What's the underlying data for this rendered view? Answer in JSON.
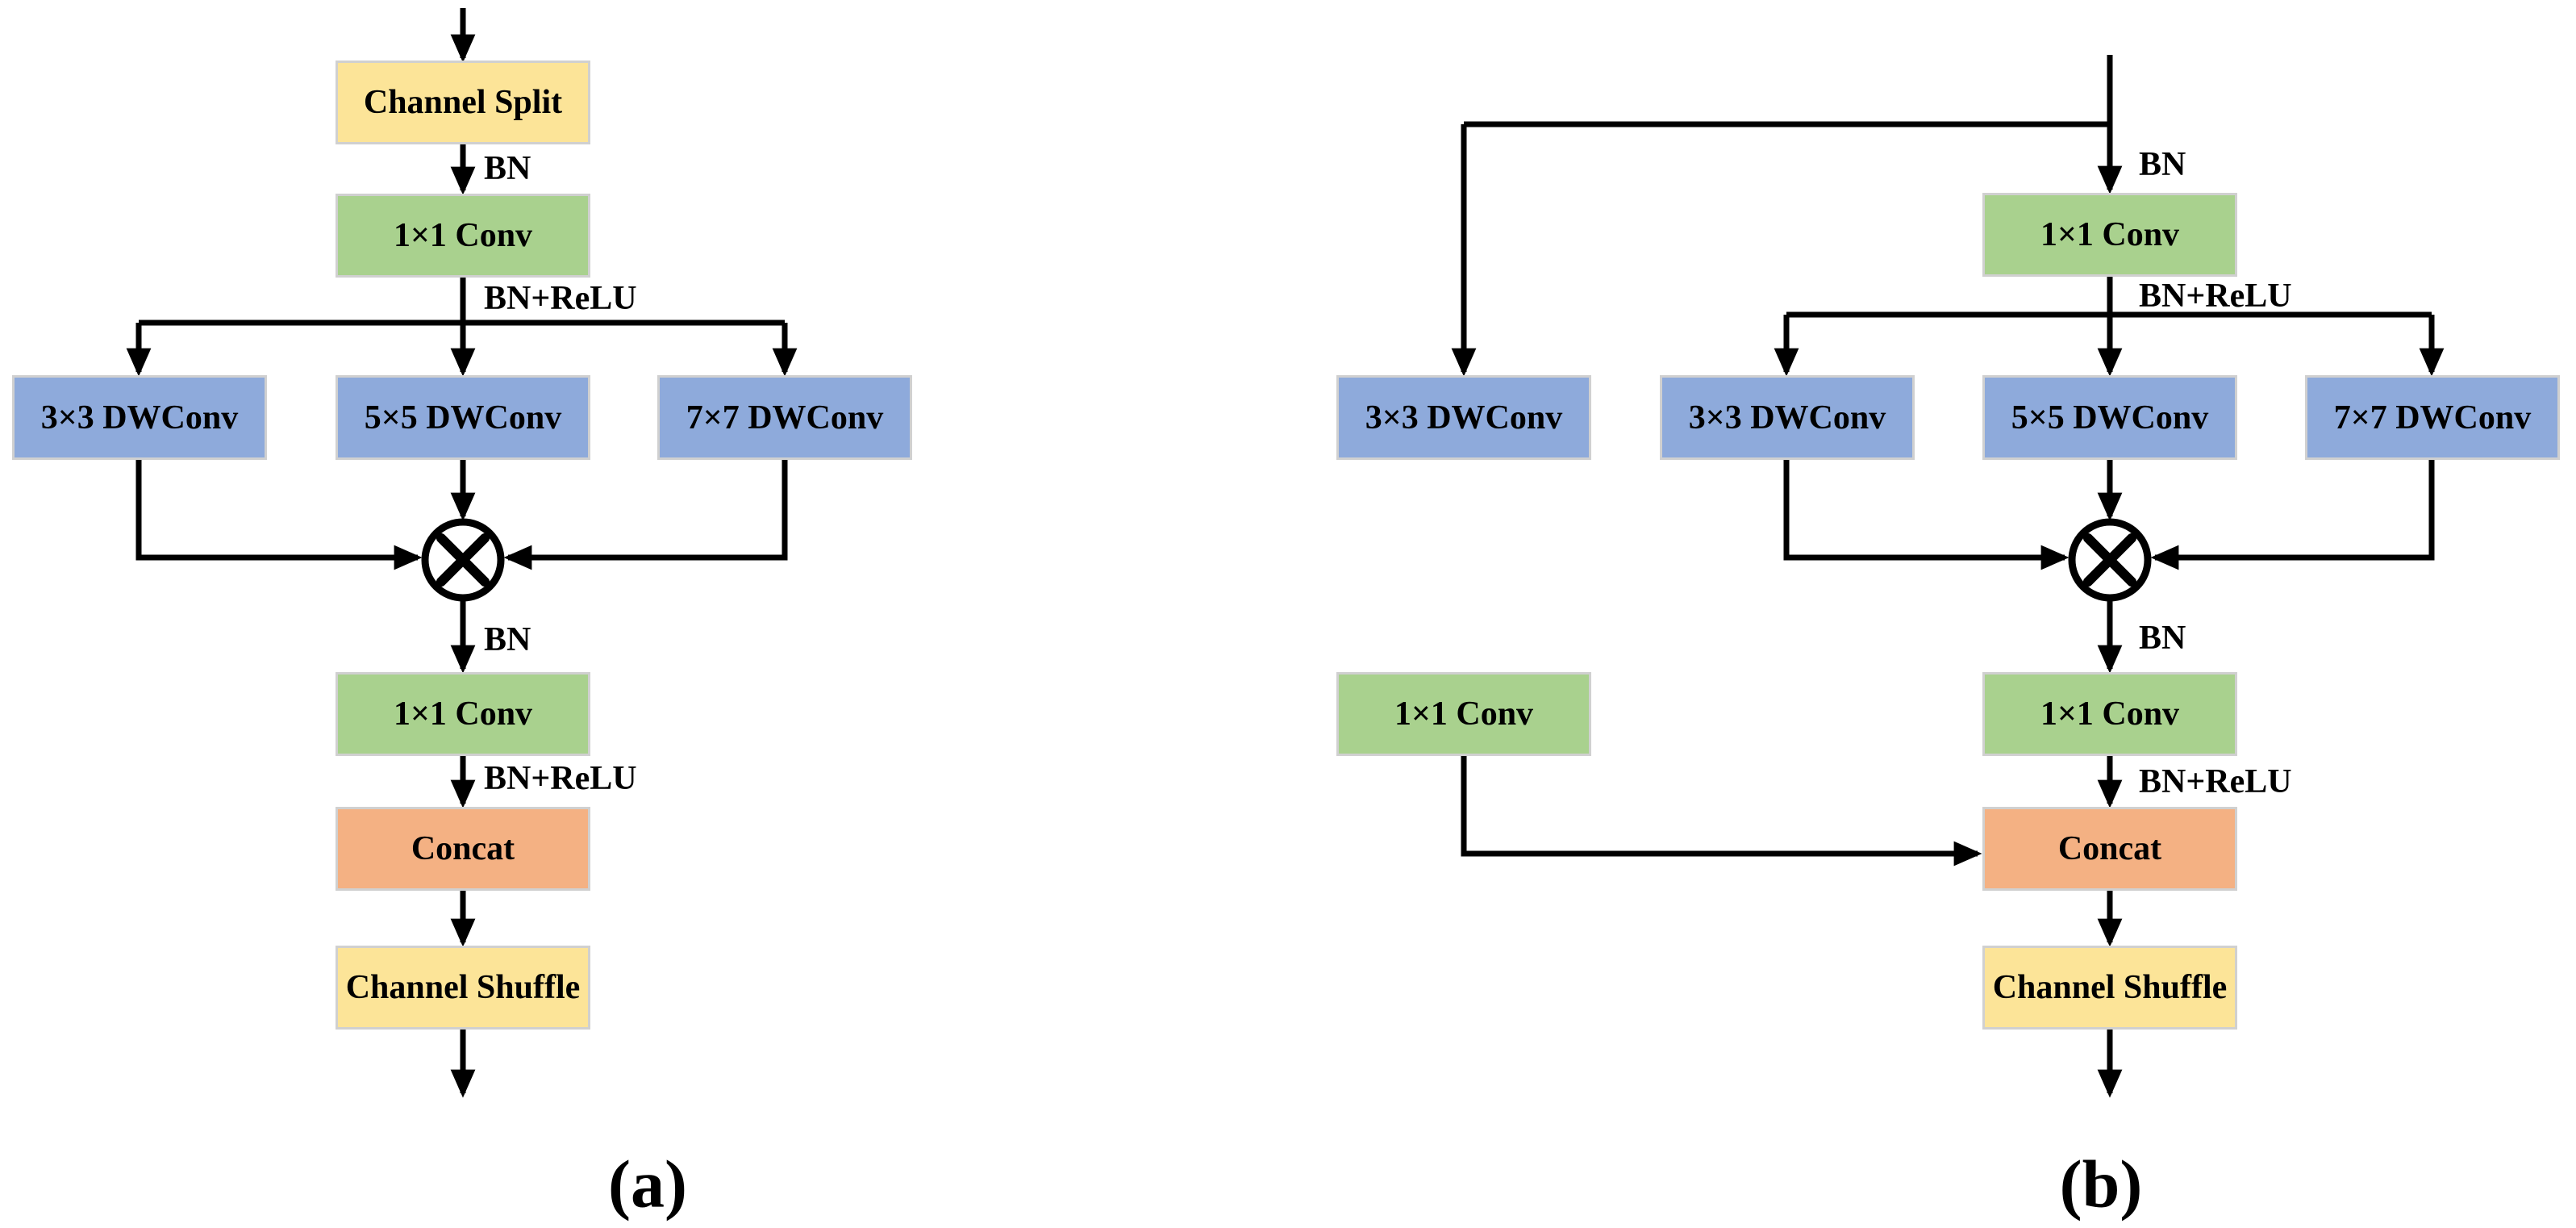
{
  "figure_type": "neural-network-block-diagram",
  "palette": {
    "yellow": "#FCE498",
    "green": "#A9D18E",
    "blue": "#8EAADB",
    "orange": "#F4B183",
    "box_border": "#D0D0D0",
    "line": "#000000"
  },
  "panel_a": {
    "caption": "(a)",
    "nodes": {
      "channel_split": {
        "label": "Channel Split",
        "color": "yellow"
      },
      "conv1": {
        "label": "1×1 Conv",
        "color": "green"
      },
      "dw3": {
        "label": "3×3 DWConv",
        "color": "blue"
      },
      "dw5": {
        "label": "5×5 DWConv",
        "color": "blue"
      },
      "dw7": {
        "label": "7×7 DWConv",
        "color": "blue"
      },
      "conv2": {
        "label": "1×1 Conv",
        "color": "green"
      },
      "concat": {
        "label": "Concat",
        "color": "orange"
      },
      "channel_shuffle": {
        "label": "Channel Shuffle",
        "color": "yellow"
      }
    },
    "edge_labels": {
      "bn1": "BN",
      "bnrelu1": "BN+ReLU",
      "bn2": "BN",
      "bnrelu2": "BN+ReLU"
    },
    "operator": "⊗"
  },
  "panel_b": {
    "caption": "(b)",
    "nodes": {
      "conv1": {
        "label": "1×1 Conv",
        "color": "green"
      },
      "dw3_skip": {
        "label": "3×3 DWConv",
        "color": "blue"
      },
      "dw3": {
        "label": "3×3 DWConv",
        "color": "blue"
      },
      "dw5": {
        "label": "5×5 DWConv",
        "color": "blue"
      },
      "dw7": {
        "label": "7×7 DWConv",
        "color": "blue"
      },
      "conv_skip": {
        "label": "1×1 Conv",
        "color": "green"
      },
      "conv2": {
        "label": "1×1 Conv",
        "color": "green"
      },
      "concat": {
        "label": "Concat",
        "color": "orange"
      },
      "channel_shuffle": {
        "label": "Channel Shuffle",
        "color": "yellow"
      }
    },
    "edge_labels": {
      "bn1": "BN",
      "bnrelu1": "BN+ReLU",
      "bn2": "BN",
      "bnrelu2": "BN+ReLU"
    },
    "operator": "⊗"
  }
}
